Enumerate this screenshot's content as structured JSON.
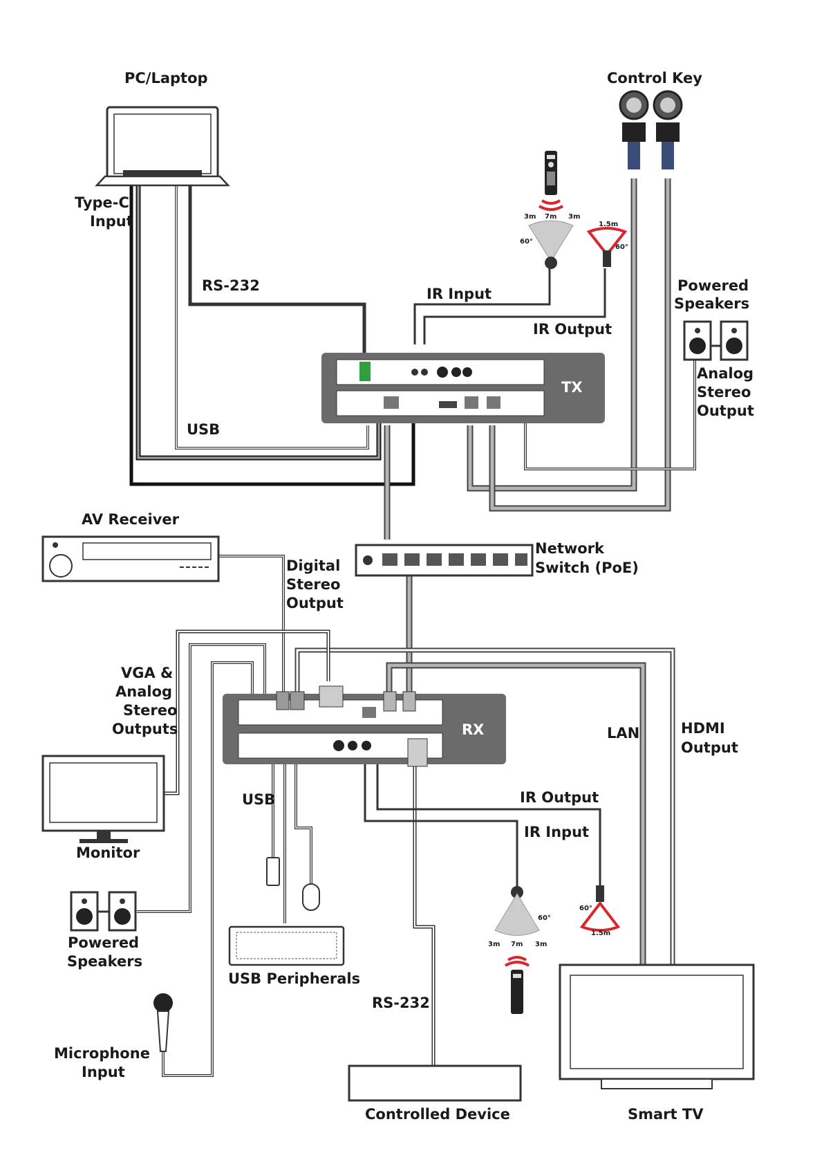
{
  "labels": {
    "pc_laptop": "PC/Laptop",
    "control_key": "Control Key",
    "type_c_line1": "Type-C",
    "type_c_line2": "Input",
    "rs232_top": "RS-232",
    "ir_input_top": "IR Input",
    "ir_output_top": "IR Output",
    "powered_speakers_top_line1": "Powered",
    "powered_speakers_top_line2": "Speakers",
    "analog_stereo_line1": "Analog",
    "analog_stereo_line2": "Stereo",
    "analog_stereo_line3": "Output",
    "usb_top": "USB",
    "tx": "TX",
    "av_receiver": "AV Receiver",
    "digital_stereo_line1": "Digital",
    "digital_stereo_line2": "Stereo",
    "digital_stereo_line3": "Output",
    "network_switch_line1": "Network",
    "network_switch_line2": "Switch (PoE)",
    "vga_line1": "VGA &",
    "vga_line2": "Analog",
    "vga_line3": "Stereo",
    "vga_line4": "Outputs",
    "rx": "RX",
    "lan": "LAN",
    "hdmi_line1": "HDMI",
    "hdmi_line2": "Output",
    "usb_bottom": "USB",
    "ir_output_bottom": "IR Output",
    "ir_input_bottom": "IR Input",
    "monitor": "Monitor",
    "powered_speakers_bottom_line1": "Powered",
    "powered_speakers_bottom_line2": "Speakers",
    "usb_peripherals": "USB Peripherals",
    "rs232_bottom": "RS-232",
    "microphone_line1": "Microphone",
    "microphone_line2": "Input",
    "controlled_device": "Controlled Device",
    "smart_tv": "Smart TV"
  },
  "ir_range": {
    "top_receiver": {
      "left": "3m",
      "center": "7m",
      "right": "3m",
      "angle": "60°"
    },
    "top_blaster": {
      "distance": "1.5m",
      "angle": "60°"
    },
    "bottom_receiver": {
      "left": "3m",
      "center": "7m",
      "right": "3m",
      "angle": "60°"
    },
    "bottom_blaster": {
      "distance": "1.5m",
      "angle": "60°"
    }
  },
  "colors": {
    "device_gray": "#6b6b6b",
    "cable_gray": "#9a9a9a",
    "ir_red": "#d9262c",
    "terminal_green": "#2e9e3e"
  }
}
